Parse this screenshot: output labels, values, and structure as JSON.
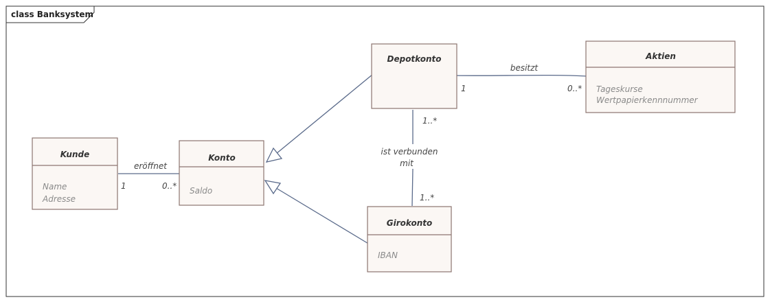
{
  "frame": {
    "title": "class Banksystem"
  },
  "classes": {
    "kunde": {
      "name": "Kunde",
      "attributes": [
        "Name",
        "Adresse"
      ]
    },
    "konto": {
      "name": "Konto",
      "attributes": [
        "Saldo"
      ]
    },
    "depotkonto": {
      "name": "Depotkonto",
      "attributes": []
    },
    "aktien": {
      "name": "Aktien",
      "attributes": [
        "Tageskurse",
        "Wertpapierkennnummer"
      ]
    },
    "girokonto": {
      "name": "Girokonto",
      "attributes": [
        "IBAN"
      ]
    }
  },
  "associations": {
    "eroeffnet": {
      "label": "eröffnet",
      "source_mult": "1",
      "target_mult": "0..*"
    },
    "besitzt": {
      "label": "besitzt",
      "source_mult": "1",
      "target_mult": "0..*"
    },
    "verbunden": {
      "label_line1": "ist verbunden",
      "label_line2": "mit",
      "source_mult": "1..*",
      "target_mult": "1..*"
    }
  },
  "colors": {
    "box_fill": "#fbf7f4",
    "box_stroke": "#8c7470",
    "connector": "#5a6a8a"
  }
}
